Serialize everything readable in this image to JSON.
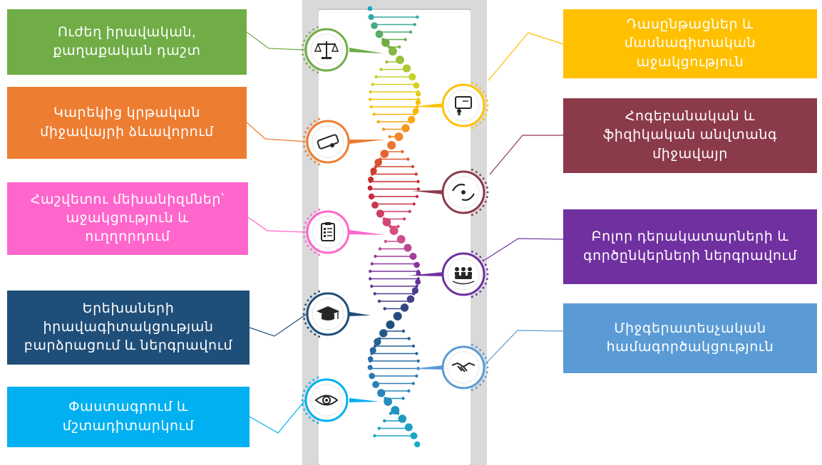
{
  "left_items": [
    {
      "text": "Ուժեղ իրավական,\nքաղաքական դաշտ",
      "color": "#70ad47",
      "icon": "scales-icon"
    },
    {
      "text": "Կարեկից կրթական\nմիջավայրի ձևավորում",
      "color": "#ed7d31",
      "icon": "diploma-icon"
    },
    {
      "text": "Հաշվետու մեխանիզմներ՝\nաջակցություն և\nուղղորդում",
      "color": "#ff66cc",
      "icon": "checklist-icon"
    },
    {
      "text": "Երեխաների\nիրավագիտակցության\nբարձրացում և ներգրավում",
      "color": "#1f4e79",
      "icon": "graduation-cap-icon"
    },
    {
      "text": "Փաստագրում և\nմշտադիտարկում",
      "color": "#00b0f0",
      "icon": "eye-icon"
    }
  ],
  "right_items": [
    {
      "text": "Դասընթացներ և\nմասնագիտական աջակցություն",
      "color": "#ffc000",
      "icon": "presentation-icon"
    },
    {
      "text": "Հոգեբանական և\nֆիզիկական անվտանգ\nմիջավայր",
      "color": "#8b3a4a",
      "icon": "protecting-hands-icon"
    },
    {
      "text": "Բոլոր դերակատարների և\nգործընկերների ներգրավում",
      "color": "#7030a0",
      "icon": "group-meeting-icon"
    },
    {
      "text": "Միջգերատեսչական\nհամագործակցություն",
      "color": "#5b9bd5",
      "icon": "handshake-icon"
    }
  ]
}
